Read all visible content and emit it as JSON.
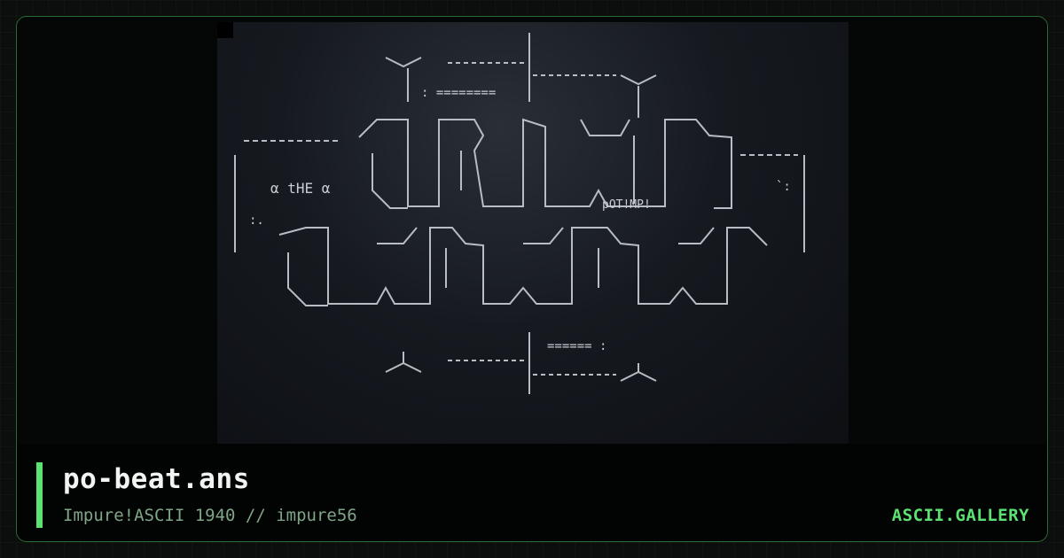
{
  "artwork": {
    "filename": "po-beat.ans",
    "group_year": "Impure!ASCII 1940 // impure56",
    "embedded_text": {
      "the_label": "α tHE α",
      "tag": "pOT!MP!",
      "equals_top": ":  ========",
      "equals_bottom": "======  :",
      "dots_right": "`:",
      "dots_left": ":."
    }
  },
  "brand": {
    "label": "ASCII.GALLERY"
  },
  "colors": {
    "accent": "#5ce173",
    "card_border": "#2c6a34",
    "title": "#f2f4f2",
    "subtitle": "#7fa688",
    "art_text": "#c9ccd2"
  }
}
